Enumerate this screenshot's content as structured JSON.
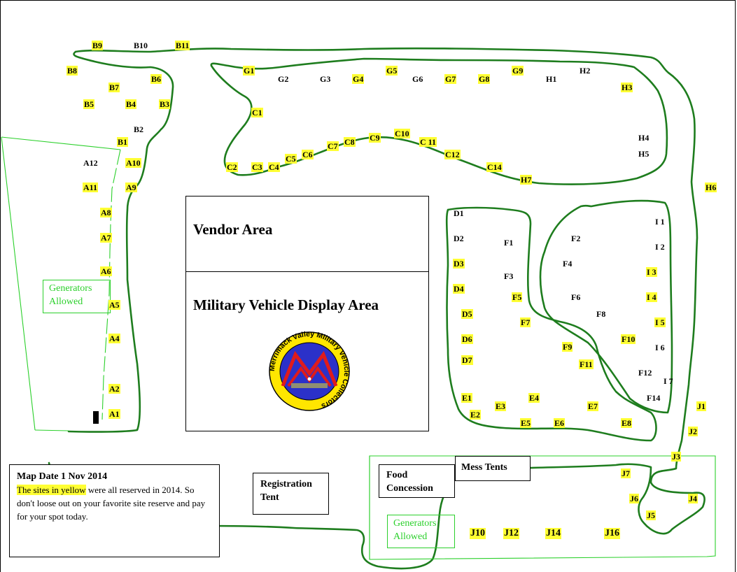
{
  "vendor_area": {
    "title": "Vendor Area"
  },
  "display_area": {
    "title": "Military Vehicle Display Area"
  },
  "logo": {
    "text": "Merrimack Valley Military Vehicle Collectors"
  },
  "generators": {
    "left": [
      "Generators",
      "Allowed"
    ],
    "bottom": [
      "Generators",
      "Allowed"
    ]
  },
  "registration": {
    "lines": [
      "Registration",
      "Tent"
    ]
  },
  "food": {
    "lines": [
      "Food",
      "Concession"
    ]
  },
  "mess": {
    "label": "Mess Tents"
  },
  "notes": {
    "title": "Map Date 1 Nov 2014",
    "highlight": "The sites in yellow",
    "rest": " were all reserved in 2014.  So don't loose out on your favorite site reserve and pay for your spot today."
  },
  "colors": {
    "reserved": "#ffff33",
    "path": "#1e7d1e",
    "generator_zone": "#2bd02b"
  },
  "sites": [
    {
      "id": "B9",
      "reserved": true
    },
    {
      "id": "B10",
      "reserved": false
    },
    {
      "id": "B11",
      "reserved": true
    },
    {
      "id": "B8",
      "reserved": true
    },
    {
      "id": "B7",
      "reserved": true
    },
    {
      "id": "B6",
      "reserved": true
    },
    {
      "id": "B5",
      "reserved": true
    },
    {
      "id": "B4",
      "reserved": true
    },
    {
      "id": "B3",
      "reserved": true
    },
    {
      "id": "B2",
      "reserved": false
    },
    {
      "id": "B1",
      "reserved": true
    },
    {
      "id": "A12",
      "reserved": false
    },
    {
      "id": "A10",
      "reserved": true
    },
    {
      "id": "A11",
      "reserved": true
    },
    {
      "id": "A9",
      "reserved": true
    },
    {
      "id": "A8",
      "reserved": true
    },
    {
      "id": "A7",
      "reserved": true
    },
    {
      "id": "A6",
      "reserved": true
    },
    {
      "id": "A5",
      "reserved": true
    },
    {
      "id": "A4",
      "reserved": true
    },
    {
      "id": "A2",
      "reserved": true
    },
    {
      "id": "A1",
      "reserved": true
    },
    {
      "id": "G1",
      "reserved": true
    },
    {
      "id": "G2",
      "reserved": false
    },
    {
      "id": "G3",
      "reserved": false
    },
    {
      "id": "G4",
      "reserved": true
    },
    {
      "id": "G5",
      "reserved": true
    },
    {
      "id": "G6",
      "reserved": false
    },
    {
      "id": "G7",
      "reserved": true
    },
    {
      "id": "G8",
      "reserved": true
    },
    {
      "id": "G9",
      "reserved": true
    },
    {
      "id": "H1",
      "reserved": false
    },
    {
      "id": "H2",
      "reserved": false
    },
    {
      "id": "H3",
      "reserved": true
    },
    {
      "id": "H4",
      "reserved": false
    },
    {
      "id": "H5",
      "reserved": false
    },
    {
      "id": "H6",
      "reserved": true
    },
    {
      "id": "H7",
      "reserved": true
    },
    {
      "id": "C1",
      "reserved": true
    },
    {
      "id": "C2",
      "reserved": true
    },
    {
      "id": "C3",
      "reserved": true
    },
    {
      "id": "C4",
      "reserved": true
    },
    {
      "id": "C5",
      "reserved": true
    },
    {
      "id": "C6",
      "reserved": true
    },
    {
      "id": "C7",
      "reserved": true
    },
    {
      "id": "C8",
      "reserved": true
    },
    {
      "id": "C9",
      "reserved": true
    },
    {
      "id": "C10",
      "reserved": true
    },
    {
      "id": "C 11",
      "reserved": true
    },
    {
      "id": "C12",
      "reserved": true
    },
    {
      "id": "C14",
      "reserved": true
    },
    {
      "id": "D1",
      "reserved": false
    },
    {
      "id": "D2",
      "reserved": false
    },
    {
      "id": "D3",
      "reserved": true
    },
    {
      "id": "D4",
      "reserved": true
    },
    {
      "id": "D5",
      "reserved": true
    },
    {
      "id": "D6",
      "reserved": true
    },
    {
      "id": "D7",
      "reserved": true
    },
    {
      "id": "F1",
      "reserved": false
    },
    {
      "id": "F2",
      "reserved": false
    },
    {
      "id": "F3",
      "reserved": false
    },
    {
      "id": "F4",
      "reserved": false
    },
    {
      "id": "F5",
      "reserved": true
    },
    {
      "id": "F6",
      "reserved": false
    },
    {
      "id": "F7",
      "reserved": true
    },
    {
      "id": "F8",
      "reserved": false
    },
    {
      "id": "F9",
      "reserved": true
    },
    {
      "id": "F10",
      "reserved": true
    },
    {
      "id": "F11",
      "reserved": true
    },
    {
      "id": "F12",
      "reserved": false
    },
    {
      "id": "F14",
      "reserved": false
    },
    {
      "id": "I 1",
      "reserved": false
    },
    {
      "id": "I 2",
      "reserved": false
    },
    {
      "id": "I 3",
      "reserved": true
    },
    {
      "id": "I 4",
      "reserved": true
    },
    {
      "id": "I 5",
      "reserved": true
    },
    {
      "id": "I 6",
      "reserved": false
    },
    {
      "id": "I 7",
      "reserved": false
    },
    {
      "id": "E1",
      "reserved": true
    },
    {
      "id": "E2",
      "reserved": true
    },
    {
      "id": "E3",
      "reserved": true
    },
    {
      "id": "E4",
      "reserved": true
    },
    {
      "id": "E5",
      "reserved": true
    },
    {
      "id": "E6",
      "reserved": true
    },
    {
      "id": "E7",
      "reserved": true
    },
    {
      "id": "E8",
      "reserved": true
    },
    {
      "id": "J1",
      "reserved": true
    },
    {
      "id": "J2",
      "reserved": true
    },
    {
      "id": "J3",
      "reserved": true
    },
    {
      "id": "J4",
      "reserved": true
    },
    {
      "id": "J5",
      "reserved": true
    },
    {
      "id": "J6",
      "reserved": true
    },
    {
      "id": "J7",
      "reserved": true
    },
    {
      "id": "J10",
      "reserved": true
    },
    {
      "id": "J12",
      "reserved": true
    },
    {
      "id": "J14",
      "reserved": true
    },
    {
      "id": "J16",
      "reserved": true
    }
  ]
}
